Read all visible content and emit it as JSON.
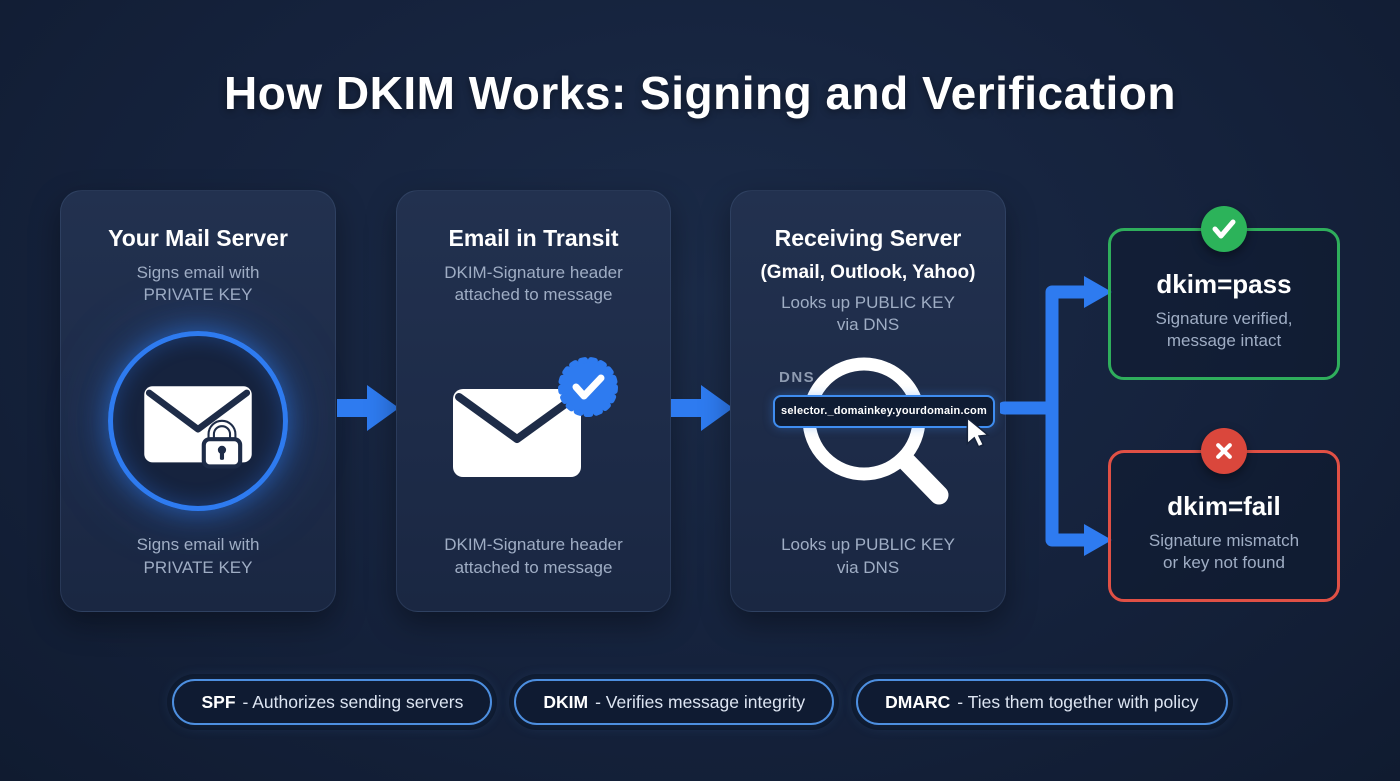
{
  "title": "How DKIM Works: Signing and Verification",
  "cards": [
    {
      "title": "Your Mail Server",
      "subtitle": "Signs email with\nPRIVATE KEY",
      "caption": "Signs email with\nPRIVATE KEY",
      "icon": "envelope-lock-icon"
    },
    {
      "title": "Email in Transit",
      "subtitle": "DKIM-Signature header\nattached to message",
      "caption": "DKIM-Signature header\nattached to message",
      "icon": "envelope-seal-check-icon"
    },
    {
      "title": "Receiving Server",
      "title2": "(Gmail, Outlook, Yahoo)",
      "subtitle": "Looks up PUBLIC KEY\nvia DNS",
      "dns_label": "DNS",
      "dns_query": "selector._domainkey.yourdomain.com",
      "caption": "Looks up PUBLIC KEY\nvia DNS",
      "icon": "magnifier-dns-icon"
    }
  ],
  "outcomes": [
    {
      "label": "dkim=pass",
      "description": "Signature verified,\nmessage intact",
      "icon": "check-icon",
      "color": "#2fae5c"
    },
    {
      "label": "dkim=fail",
      "description": "Signature mismatch\nor key not found",
      "icon": "x-icon",
      "color": "#e05045"
    }
  ],
  "badges": [
    {
      "term": "SPF",
      "rest": "- Authorizes sending servers"
    },
    {
      "term": "DKIM",
      "rest": "- Verifies message integrity"
    },
    {
      "term": "DMARC",
      "rest": "- Ties them together with policy"
    }
  ],
  "colors": {
    "background": "#15223c",
    "card": "#1e2c48",
    "arrow": "#2e7bf0",
    "pass_green": "#2cb35a",
    "fail_red": "#da473c",
    "badge_border": "#4d8fe0",
    "muted_text": "#9fadc4"
  }
}
